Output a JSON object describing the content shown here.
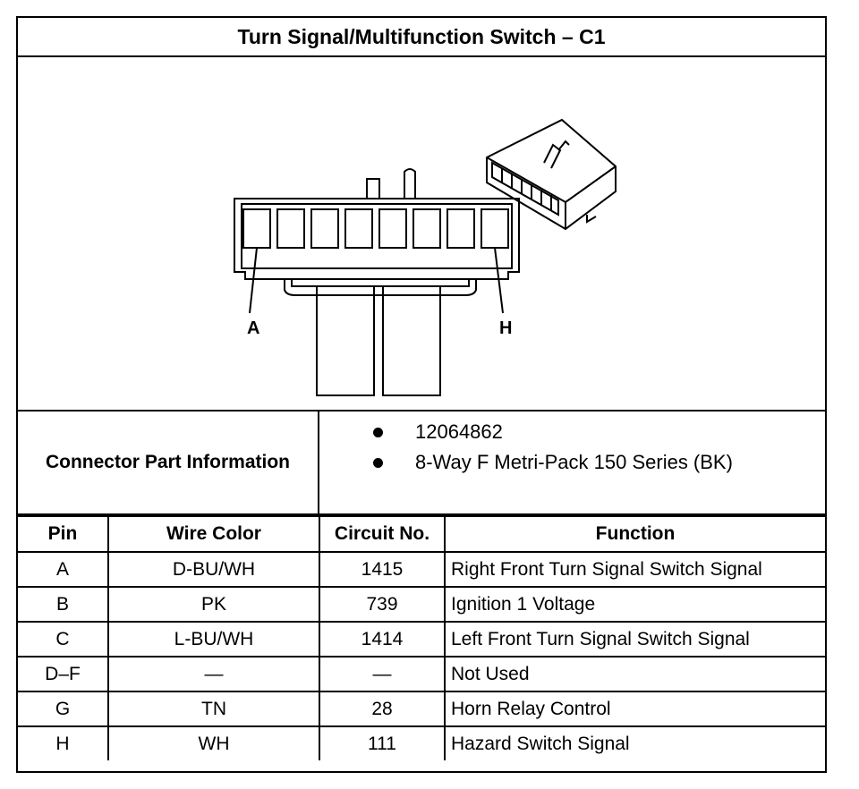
{
  "title": "Turn Signal/Multifunction Switch – C1",
  "figure": {
    "callout_left": "A",
    "callout_right": "H"
  },
  "connector_info": {
    "label": "Connector Part Information",
    "items": [
      "12064862",
      "8-Way F Metri-Pack 150 Series (BK)"
    ]
  },
  "table": {
    "headers": [
      "Pin",
      "Wire Color",
      "Circuit No.",
      "Function"
    ],
    "rows": [
      {
        "pin": "A",
        "wire": "D-BU/WH",
        "circuit": "1415",
        "function": "Right Front Turn Signal Switch Signal"
      },
      {
        "pin": "B",
        "wire": "PK",
        "circuit": "739",
        "function": "Ignition 1 Voltage"
      },
      {
        "pin": "C",
        "wire": "L-BU/WH",
        "circuit": "1414",
        "function": "Left Front Turn Signal Switch Signal"
      },
      {
        "pin": "D–F",
        "wire": "—",
        "circuit": "—",
        "function": "Not Used"
      },
      {
        "pin": "G",
        "wire": "TN",
        "circuit": "28",
        "function": "Horn Relay Control"
      },
      {
        "pin": "H",
        "wire": "WH",
        "circuit": "111",
        "function": "Hazard Switch Signal"
      }
    ]
  }
}
